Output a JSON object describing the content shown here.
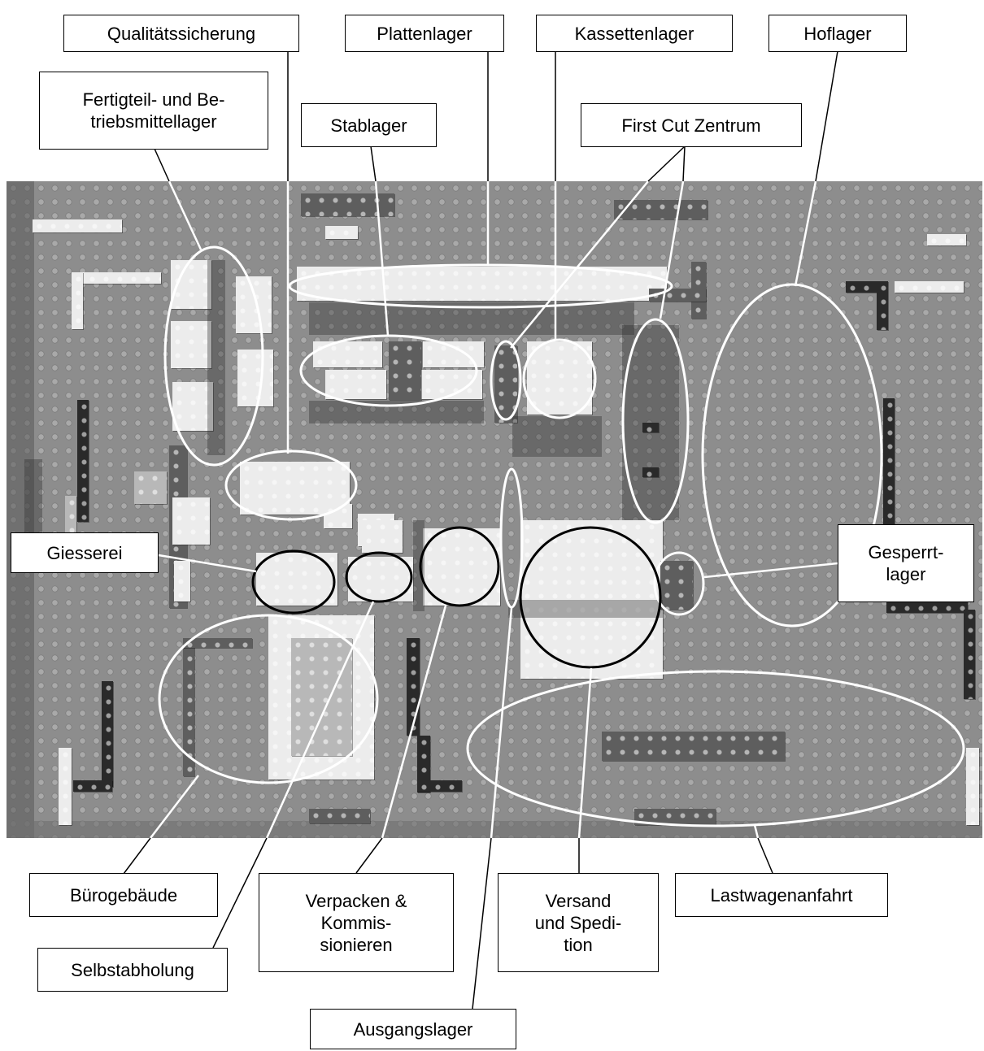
{
  "labels": {
    "qualitaetssicherung": "Qualitätssicherung",
    "plattenlager": "Plattenlager",
    "kassettenlager": "Kassettenlager",
    "hoflager": "Hoflager",
    "fertigteillager": "Fertigteil- und Be-\ntriebsmittellager",
    "stablager": "Stablager",
    "first_cut_zentrum": "First Cut Zentrum",
    "giesserei": "Giesserei",
    "gesperrtlager": "Gesperrt-\nlager",
    "buerogebaeude": "Bürogebäude",
    "verpacken": "Verpacken &\nKommis-\nsionieren",
    "versand": "Versand\nund Spedi-\ntion",
    "lastwagenanfahrt": "Lastwagenanfahrt",
    "selbstabholung": "Selbstabholung",
    "ausgangslager": "Ausgangslager"
  },
  "colors": {
    "baseplate": "#8d8d8d",
    "white_ellipse": "#ffffff",
    "black_ellipse": "#000000",
    "leader_line": "#000000"
  }
}
